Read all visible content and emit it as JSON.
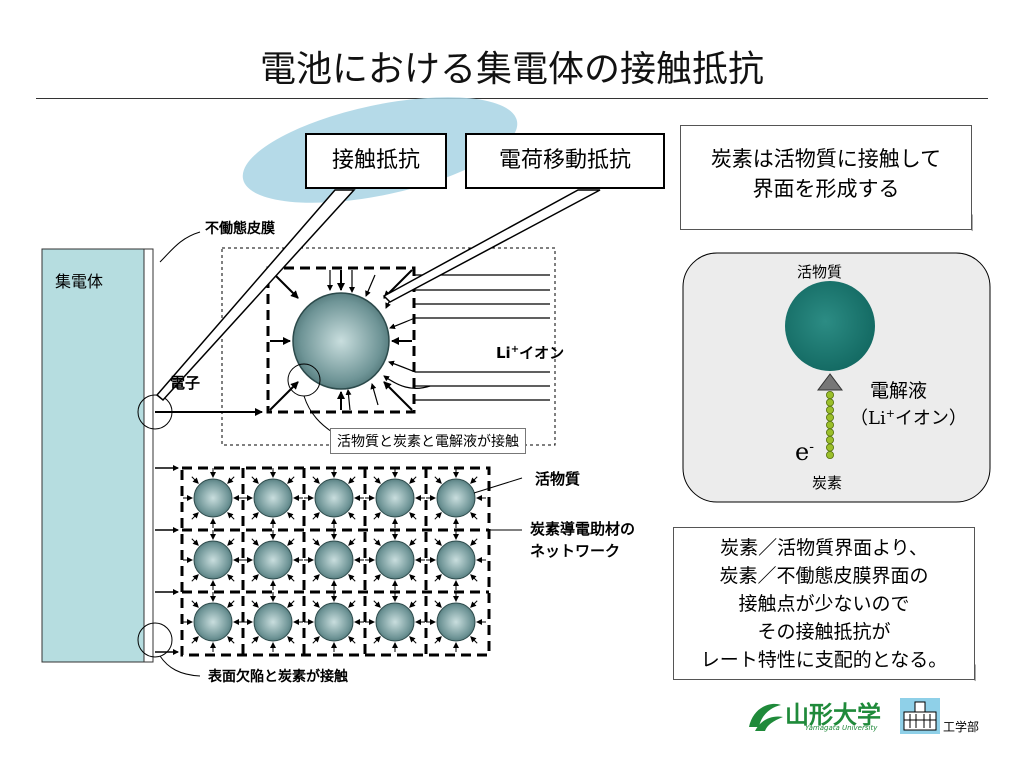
{
  "slide": {
    "title": "電池における集電体の接触抵抗"
  },
  "callouts": {
    "contact_resistance": "接触抵抗",
    "charge_transfer_resistance": "電荷移動抵抗"
  },
  "labels": {
    "passive_film": "不働態皮膜",
    "current_collector": "集電体",
    "electron": "電子",
    "li_ion_prefix": "Li",
    "li_ion_sup": "+",
    "li_ion_suffix": "イオン",
    "contact_note": "活物質と炭素と電解液が接触",
    "active_material": "活物質",
    "carbon_network_line1": "炭素導電助材の",
    "carbon_network_line2": "ネットワーク",
    "surface_defect": "表面欠陥と炭素が接触"
  },
  "notes": {
    "top_line1": "炭素は活物質に接触して",
    "top_line2": "界面を形成する",
    "bottom_lines": [
      "炭素／活物質界面より、",
      "炭素／不働態皮膜界面の",
      "接触点が少ないので",
      "その接触抵抗が",
      "レート特性に支配的となる。"
    ]
  },
  "inset": {
    "active_material": "活物質",
    "electrolyte": "電解液",
    "li_ion_open": "（Li",
    "li_ion_sup": "+",
    "li_ion_close": "イオン）",
    "electron_e": "e",
    "electron_sup": "-",
    "carbon": "炭素"
  },
  "logo": {
    "university": "山形大学",
    "university_en": "Yamagata University",
    "faculty": "工学部"
  },
  "colors": {
    "collector_fill": "#b6dde0",
    "sphere_dark": "#4a7375",
    "sphere_light": "#c9dede",
    "inset_sphere": "#1f7a73",
    "carbon_bead": "#9bbf2a",
    "ellipse": "#a8d3e4",
    "inset_bg": "#ececec",
    "logo_green": "#1f8a3a"
  }
}
